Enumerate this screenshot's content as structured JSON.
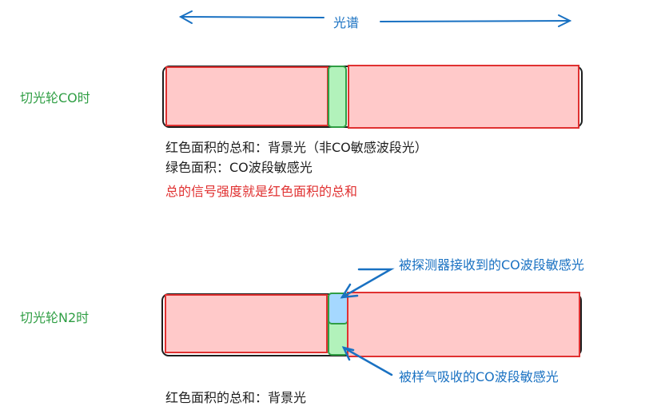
{
  "spectrum_label": "光谱",
  "state_co": {
    "label": "切光轮CO时",
    "notes": [
      "红色面积的总和：背景光（非CO敏感波段光）",
      "绿色面积：CO波段敏感光"
    ],
    "conclusion": "总的信号强度就是红色面积的总和"
  },
  "state_n2": {
    "label": "切光轮N2时",
    "callout_received": "被探测器接收到的CO波段敏感光",
    "callout_absorbed": "被样气吸收的CO波段敏感光",
    "note": "红色面积的总和：背景光"
  },
  "colors": {
    "red_fill": "#ffc9c9",
    "red_stroke": "#e03131",
    "green_fill": "#b2f2bb",
    "green_stroke": "#2f9e44",
    "blue_fill": "#a5d8ff",
    "blue_stroke": "#1971c2"
  }
}
